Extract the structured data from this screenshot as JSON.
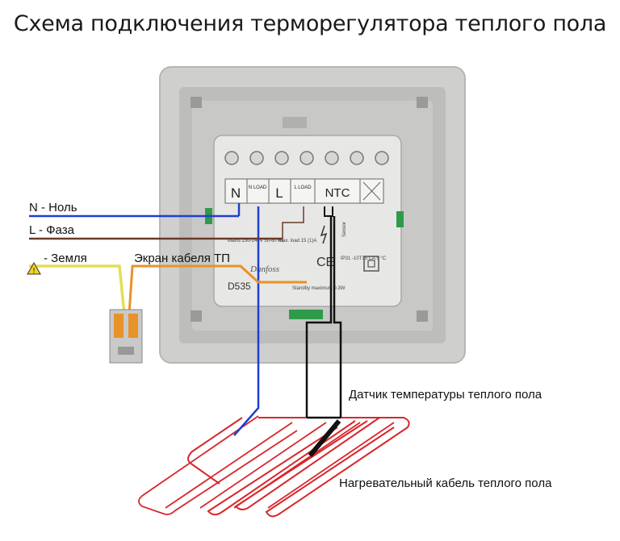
{
  "title": "Схема подключения терморегулятора теплого пола",
  "wire_labels": {
    "neutral": "N - Ноль",
    "phase": "L - Фаза",
    "ground": "- Земля",
    "shield": "Экран кабеля ТП"
  },
  "callouts": {
    "sensor": "Датчик температуры теплого пола",
    "heating_cable": "Нагревательный кабель теплого пола"
  },
  "device": {
    "terminals": [
      "N",
      "N LOAD",
      "L",
      "L LOAD",
      "NTC"
    ],
    "model": "D535",
    "rating_left": "Mains 230-240V 50-60 Hz",
    "rating_right": "Max. load 15 (1)A",
    "ip_text": "IP31 -10T35 CA 5 °C",
    "standby": "Standby maximum 0.3W",
    "ce": "CE",
    "sensor_tag": "Sensor",
    "brand": "Danfoss"
  },
  "colors": {
    "neutral_wire": "#1e3fd0",
    "phase_wire": "#6a3a2a",
    "ground_wire": "#e2df55",
    "shield_wire": "#e8922a",
    "sensor_wire": "#111111",
    "heating_cable": "#d8262b",
    "ground_icon": "#f2d21c"
  }
}
